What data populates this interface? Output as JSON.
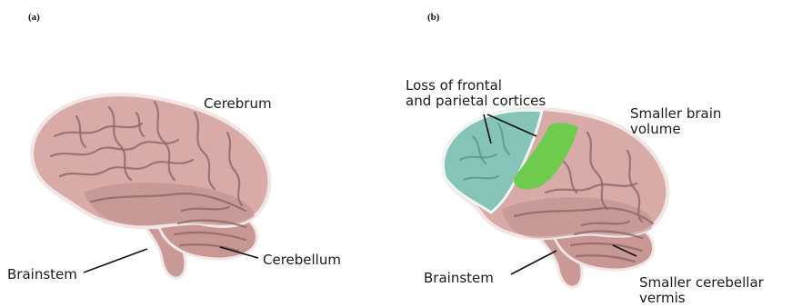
{
  "panels": [
    {
      "id": "a",
      "tag": "(a)",
      "labels": {
        "cerebrum": "Cerebrum",
        "cerebellum": "Cerebellum",
        "brainstem": "Brainstem"
      }
    },
    {
      "id": "b",
      "tag": "(b)",
      "labels": {
        "loss_line1": "Loss of frontal",
        "loss_line2": "and parietal cortices",
        "volume_line1": "Smaller brain",
        "volume_line2": "volume",
        "brainstem": "Brainstem",
        "vermis_line1": "Smaller cerebellar",
        "vermis_line2": "vermis"
      }
    }
  ],
  "colors": {
    "brain_fill": "#d8aaa8",
    "brain_shade": "#b98d8b",
    "brain_outline": "#f2e6e4",
    "gyri_line": "#8f6664",
    "frontal_loss": "#86c4b8",
    "parietal_loss": "#6fcb4e",
    "cerebellum_fill": "#c89794",
    "brainstem_fill": "#c99a97"
  }
}
